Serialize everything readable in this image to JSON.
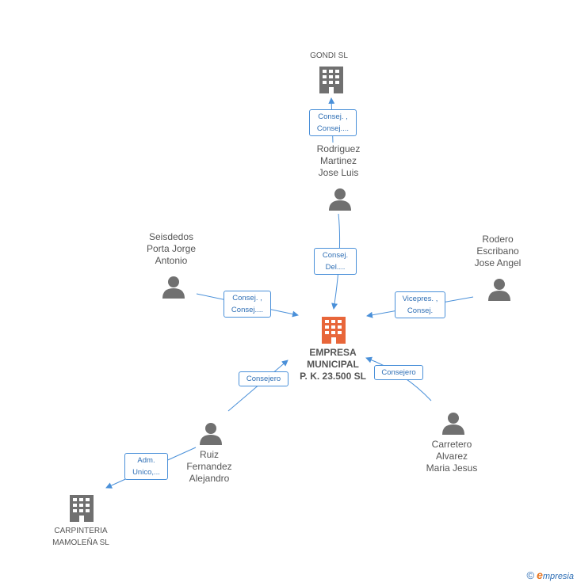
{
  "nodes": {
    "main": {
      "lines": [
        "EMPRESA",
        "MUNICIPAL",
        "P. K. 23.500 SL"
      ]
    },
    "gondi": {
      "lines": [
        "GONDI SL"
      ]
    },
    "carpinteria": {
      "lines": [
        "CARPINTERIA",
        "MAMOLEÑA SL"
      ]
    },
    "rodriguez": {
      "lines": [
        "Rodriguez",
        "Martinez",
        "Jose Luis"
      ]
    },
    "seisdedos": {
      "lines": [
        "Seisdedos",
        "Porta Jorge",
        "Antonio"
      ]
    },
    "rodero": {
      "lines": [
        "Rodero",
        "Escribano",
        "Jose Angel"
      ]
    },
    "ruiz": {
      "lines": [
        "Ruiz",
        "Fernandez",
        "Alejandro"
      ]
    },
    "carretero": {
      "lines": [
        "Carretero",
        "Alvarez",
        "Maria Jesus"
      ]
    }
  },
  "edges": {
    "rodriguez_gondi": {
      "lines": [
        "Consej. ,",
        "Consej...."
      ]
    },
    "rodriguez_main": {
      "lines": [
        "Consej.",
        "Del...."
      ]
    },
    "seisdedos_main": {
      "lines": [
        "Consej. ,",
        "Consej...."
      ]
    },
    "rodero_main": {
      "lines": [
        "Vicepres. ,",
        "Consej."
      ]
    },
    "ruiz_main": {
      "lines": [
        "Consejero"
      ]
    },
    "carretero_main": {
      "lines": [
        "Consejero"
      ]
    },
    "ruiz_carpinteria": {
      "lines": [
        "Adm.",
        "Unico,..."
      ]
    }
  },
  "colors": {
    "main_node": "#e8663a",
    "node": "#707070",
    "edge": "#4a90d9",
    "edge_text": "#2f6fb5"
  },
  "icons": {
    "company": "building-icon",
    "person": "person-icon"
  },
  "footer": {
    "copyright": "©",
    "brand_initial": "e",
    "brand_rest": "mpresia"
  }
}
